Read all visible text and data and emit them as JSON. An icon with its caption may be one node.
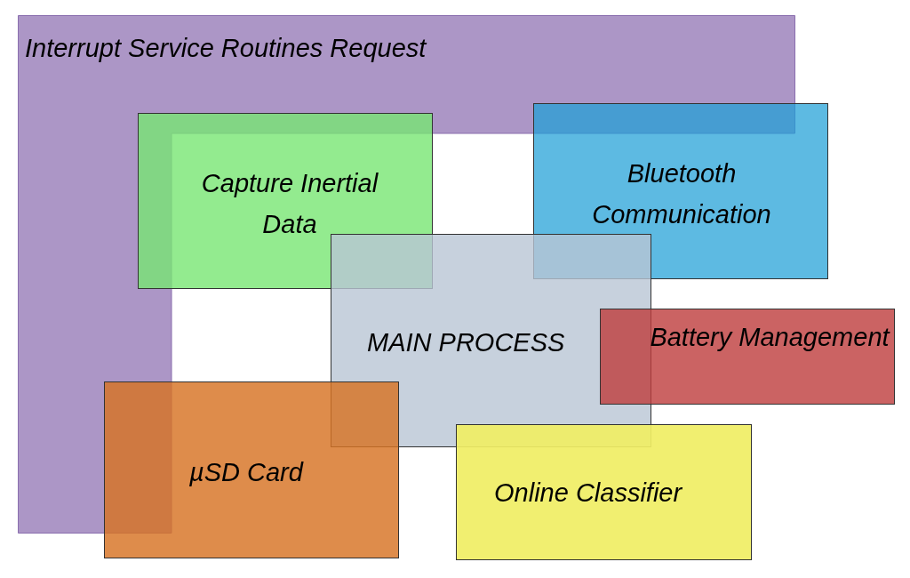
{
  "diagram": {
    "nodes": [
      {
        "text": [
          "Interrupt Service Routines Request"
        ]
      },
      {
        "text": [
          "Capture Inertial Data"
        ]
      },
      {
        "text": [
          "Bluetooth Communication"
        ]
      },
      {
        "text": [
          "MAIN PROCESS"
        ]
      },
      {
        "text": [
          "Battery Management"
        ]
      },
      {
        "text": [
          "µSD Card"
        ]
      },
      {
        "text": [
          "Online Classifier"
        ]
      }
    ]
  }
}
